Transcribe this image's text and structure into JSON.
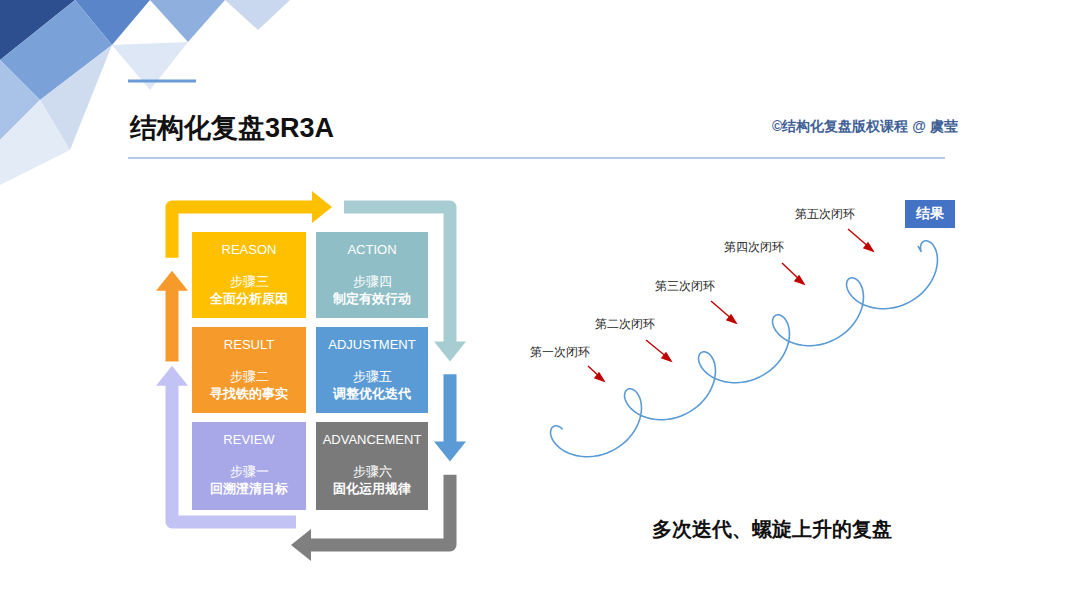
{
  "diagram": {
    "title": "结构化复盘3R3A",
    "caption": "多次迭代、螺旋上升的复盘",
    "nodes": [
      {
        "text": [
          "REASON",
          "步骤三",
          "全面分析原因"
        ]
      },
      {
        "text": [
          "ACTION",
          "步骤四",
          "制定有效行动"
        ]
      },
      {
        "text": [
          "RESULT",
          "步骤二",
          "寻找铁的事实"
        ]
      },
      {
        "text": [
          "ADJUSTMENT",
          "步骤五",
          "调整优化迭代"
        ]
      },
      {
        "text": [
          "REVIEW",
          "步骤一",
          "回溯澄清目标"
        ]
      },
      {
        "text": [
          "ADVANCEMENT",
          "步骤六",
          "固化运用规律"
        ]
      },
      {
        "text": [
          "结果"
        ]
      }
    ],
    "edges": [
      {
        "from": 4,
        "to": 2,
        "arrow": "to"
      },
      {
        "from": 2,
        "to": 0,
        "arrow": "to"
      },
      {
        "from": 0,
        "to": 1,
        "arrow": "to"
      },
      {
        "from": 1,
        "to": 3,
        "arrow": "to"
      },
      {
        "from": 3,
        "to": 5,
        "arrow": "to"
      },
      {
        "from": 5,
        "to": 4,
        "arrow": "to"
      }
    ],
    "labels": [
      "©结构化复盘版权课程 @ 虞莹",
      "第一次闭环",
      "第二次闭环",
      "第三次闭环",
      "第四次闭环",
      "第五次闭环"
    ]
  }
}
